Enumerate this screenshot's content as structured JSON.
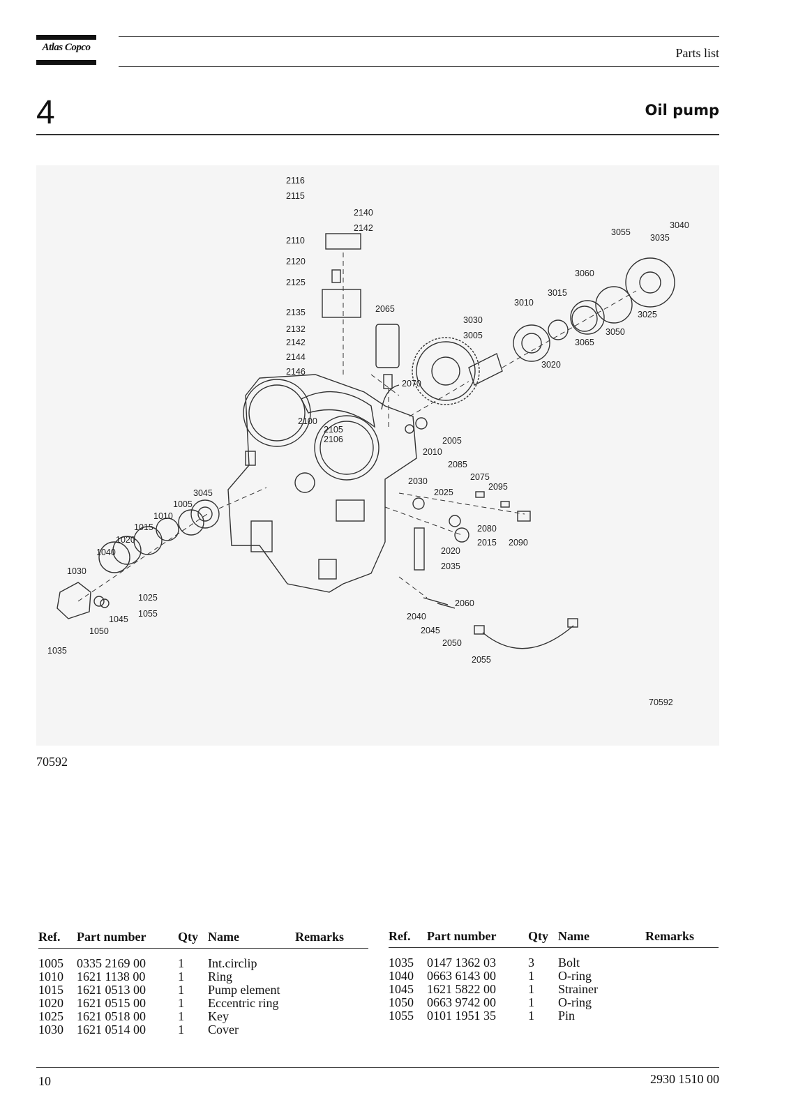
{
  "header": {
    "logo_text": "Atlas Copco",
    "section_title": "Parts list"
  },
  "chapter": {
    "number": "4",
    "title": "Oil pump"
  },
  "figure": {
    "drawing_number": "70592",
    "caption": "70592",
    "callouts": [
      "2116",
      "2115",
      "2140",
      "2142",
      "2110",
      "2120",
      "2125",
      "2135",
      "2132",
      "2142",
      "2144",
      "2146",
      "2065",
      "2070",
      "2100",
      "2105",
      "2106",
      "2005",
      "2010",
      "2085",
      "2075",
      "2095",
      "2030",
      "2025",
      "2080",
      "2090",
      "2015",
      "2020",
      "2035",
      "2060",
      "2040",
      "2045",
      "2050",
      "2055",
      "3055",
      "3040",
      "3035",
      "3060",
      "3015",
      "3010",
      "3030",
      "3005",
      "3020",
      "3065",
      "3050",
      "3025",
      "3045",
      "1005",
      "1010",
      "1015",
      "1020",
      "1040",
      "1030",
      "1025",
      "1055",
      "1045",
      "1050",
      "1035"
    ]
  },
  "table_headers": {
    "ref": "Ref.",
    "part_number": "Part number",
    "qty": "Qty",
    "name": "Name",
    "remarks": "Remarks"
  },
  "parts_left": [
    {
      "ref": "1005",
      "part_number": "0335 2169 00",
      "qty": "1",
      "name": "Int.circlip",
      "remarks": ""
    },
    {
      "ref": "1010",
      "part_number": "1621 1138 00",
      "qty": "1",
      "name": "Ring",
      "remarks": ""
    },
    {
      "ref": "1015",
      "part_number": "1621 0513 00",
      "qty": "1",
      "name": "Pump element",
      "remarks": ""
    },
    {
      "ref": "1020",
      "part_number": "1621 0515 00",
      "qty": "1",
      "name": "Eccentric ring",
      "remarks": ""
    },
    {
      "ref": "1025",
      "part_number": "1621 0518 00",
      "qty": "1",
      "name": "Key",
      "remarks": ""
    },
    {
      "ref": "1030",
      "part_number": "1621 0514 00",
      "qty": "1",
      "name": "Cover",
      "remarks": ""
    }
  ],
  "parts_right": [
    {
      "ref": "1035",
      "part_number": "0147 1362 03",
      "qty": "3",
      "name": "Bolt",
      "remarks": ""
    },
    {
      "ref": "1040",
      "part_number": "0663 6143 00",
      "qty": "1",
      "name": "O-ring",
      "remarks": ""
    },
    {
      "ref": "1045",
      "part_number": "1621 5822 00",
      "qty": "1",
      "name": "Strainer",
      "remarks": ""
    },
    {
      "ref": "1050",
      "part_number": "0663 9742 00",
      "qty": "1",
      "name": "O-ring",
      "remarks": ""
    },
    {
      "ref": "1055",
      "part_number": "0101 1951 35",
      "qty": "1",
      "name": "Pin",
      "remarks": ""
    }
  ],
  "footer": {
    "page_number": "10",
    "document_number": "2930 1510 00"
  }
}
